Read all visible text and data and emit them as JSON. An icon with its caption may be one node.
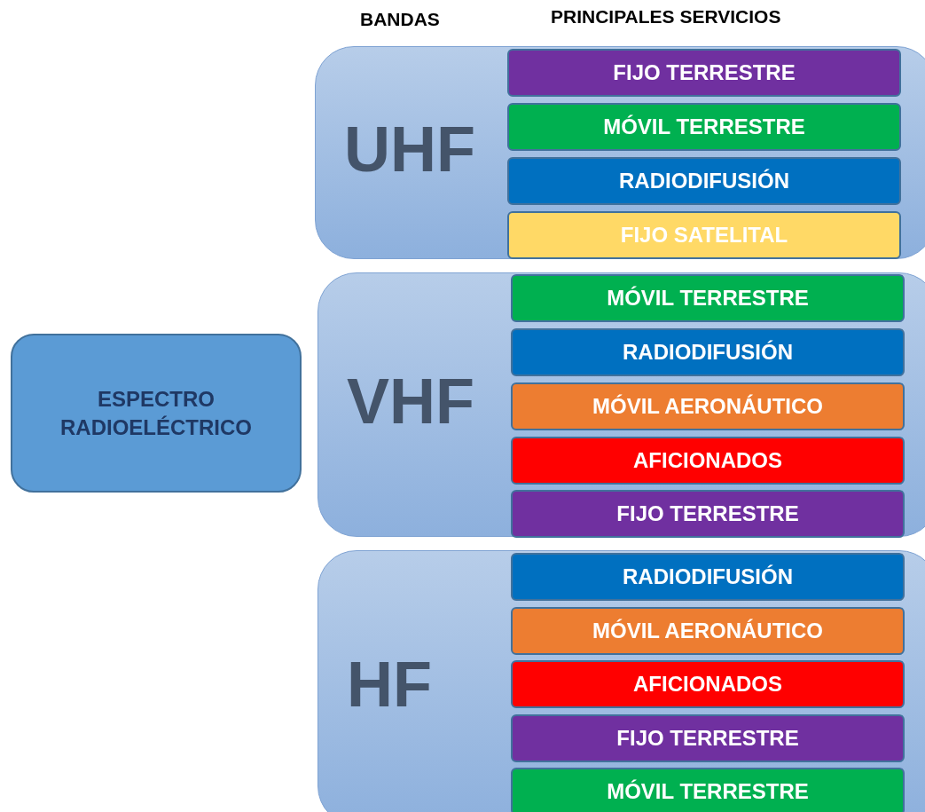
{
  "diagram": {
    "nodes": [
      {
        "text": [
          "ESPECTRO RADIOELÉCTRICO"
        ]
      },
      {
        "text": [
          "UHF"
        ]
      },
      {
        "text": [
          "FIJO TERRESTRE"
        ],
        "in": 1
      },
      {
        "text": [
          "MÓVIL TERRESTRE"
        ],
        "in": 1
      },
      {
        "text": [
          "RADIODIFUSIÓN"
        ],
        "in": 1
      },
      {
        "text": [
          "FIJO SATELITAL"
        ],
        "in": 1
      },
      {
        "text": [
          "VHF"
        ]
      },
      {
        "text": [
          "MÓVIL TERRESTRE"
        ],
        "in": 6
      },
      {
        "text": [
          "RADIODIFUSIÓN"
        ],
        "in": 6
      },
      {
        "text": [
          "MÓVIL AERONÁUTICO"
        ],
        "in": 6
      },
      {
        "text": [
          "AFICIONADOS"
        ],
        "in": 6
      },
      {
        "text": [
          "FIJO TERRESTRE"
        ],
        "in": 6
      },
      {
        "text": [
          "HF"
        ]
      },
      {
        "text": [
          "RADIODIFUSIÓN"
        ],
        "in": 12
      },
      {
        "text": [
          "MÓVIL AERONÁUTICO"
        ],
        "in": 12
      },
      {
        "text": [
          "AFICIONADOS"
        ],
        "in": 12
      },
      {
        "text": [
          "FIJO TERRESTRE"
        ],
        "in": 12
      },
      {
        "text": [
          "MÓVIL TERRESTRE"
        ],
        "in": 12
      }
    ],
    "edges": [],
    "labels": [
      "BANDAS",
      "PRINCIPALES SERVICIOS"
    ]
  }
}
